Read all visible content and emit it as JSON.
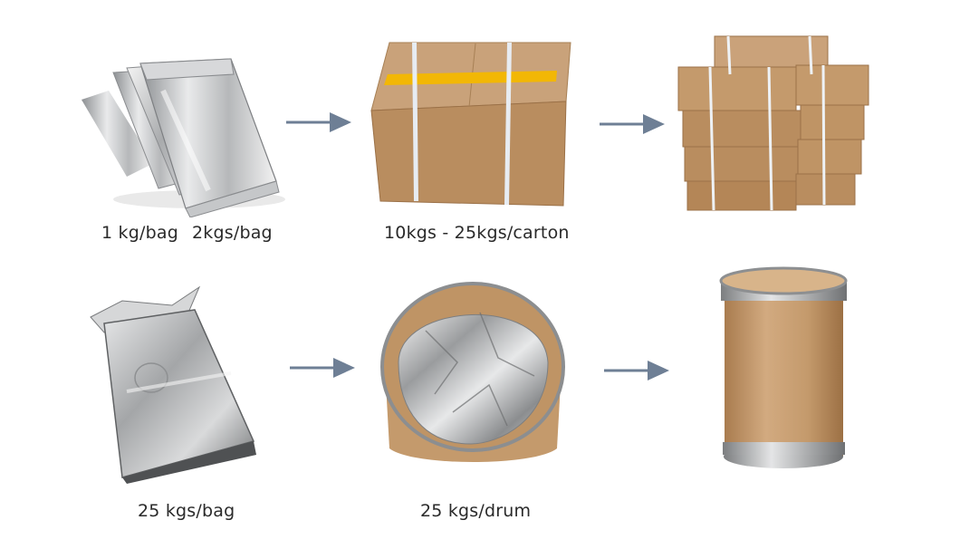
{
  "row1": {
    "bags": {
      "caption_a": "1 kg/bag",
      "caption_b": "2kgs/bag"
    },
    "carton": {
      "caption": "10kgs - 25kgs/carton"
    },
    "stack": {
      "caption": ""
    }
  },
  "row2": {
    "big_bag": {
      "caption": "25 kgs/bag"
    },
    "drum_open": {
      "caption": "25 kgs/drum"
    },
    "drum_closed": {
      "caption": ""
    }
  },
  "colors": {
    "arrow": "#6e7f95",
    "cardboard": "#c49a6c",
    "foil": "#c8cacc",
    "tape": "#f2b705",
    "strap": "#dde3ea"
  }
}
